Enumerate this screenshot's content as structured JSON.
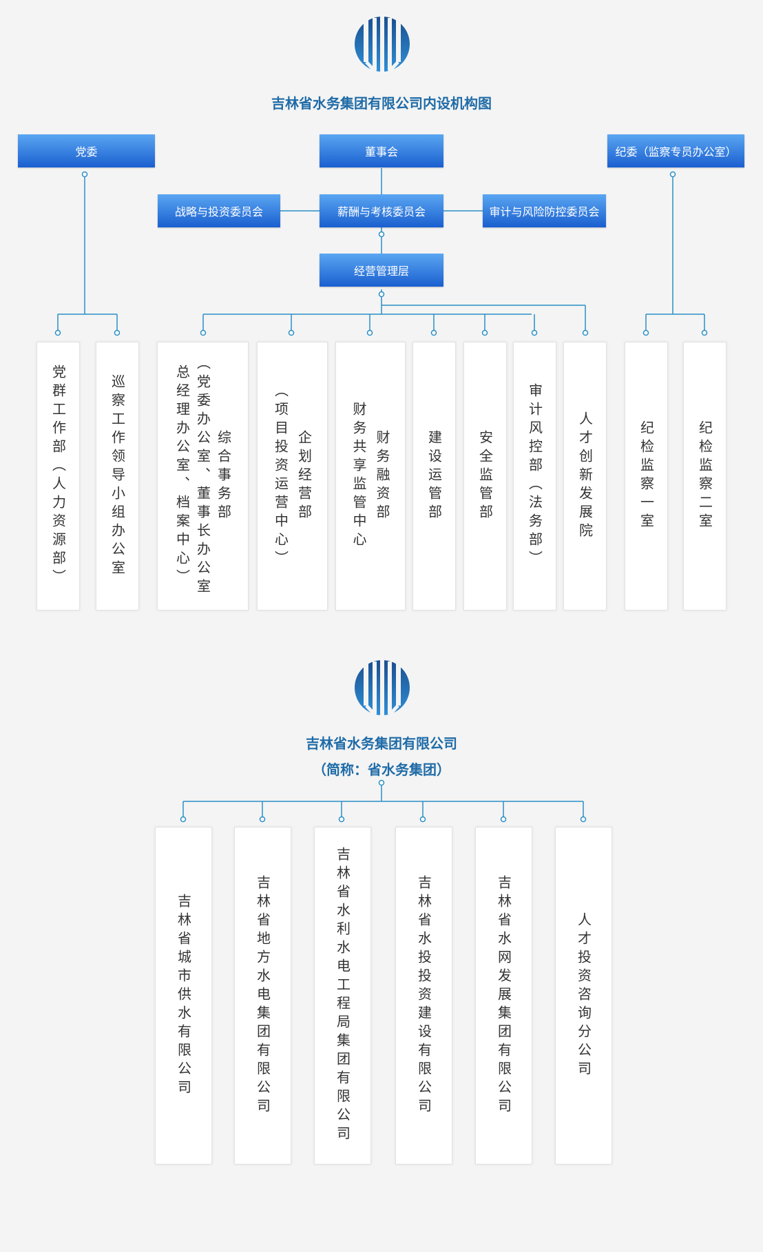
{
  "colors": {
    "title": "#1f6ba7",
    "line": "#2a8fc6",
    "box_top": "#5aa6f2",
    "box_bottom": "#1a5fcf"
  },
  "chart1": {
    "title": "吉林省水务集团有限公司内设机构图",
    "party": "党委",
    "board": "董事会",
    "discipline": "纪委（监察专员办公室）",
    "strategy": "战略与投资委员会",
    "salary": "薪酬与考核委员会",
    "audit": "审计与风险防控委员会",
    "management": "经营管理层",
    "departments": [
      [
        "党群工作部（人力资源部）"
      ],
      [
        "巡察工作领导小组办公室"
      ],
      [
        "综合事务部",
        "（党委办公室、董事长办公室",
        "总经理办公室、档案中心）"
      ],
      [
        "企划经营部",
        "（项目投资运营中心）"
      ],
      [
        "财务融资部",
        "财务共享监管中心"
      ],
      [
        "建设运管部"
      ],
      [
        "安全监管部"
      ],
      [
        "审计风控部（法务部）"
      ],
      [
        "人才创新发展院"
      ],
      [
        "纪检监察一室"
      ],
      [
        "纪检监察二室"
      ]
    ]
  },
  "chart2": {
    "title": "吉林省水务集团有限公司",
    "subtitle": "（简称：省水务集团）",
    "companies": [
      "吉林省城市供水有限公司",
      "吉林省地方水电集团有限公司",
      "吉林省水利水电工程局集团有限公司",
      "吉林省水投投资建设有限公司",
      "吉林省水网发展集团有限公司",
      "人才投资咨询分公司"
    ]
  }
}
